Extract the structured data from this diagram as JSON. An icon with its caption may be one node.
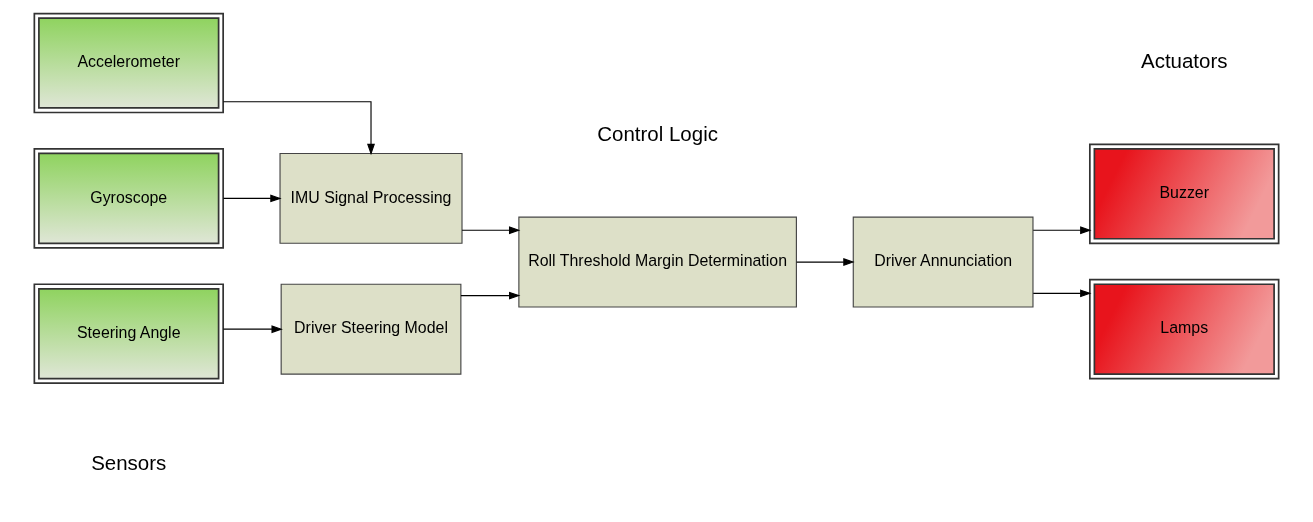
{
  "diagram": {
    "nodes": [
      {
        "text": [
          "Accelerometer"
        ]
      },
      {
        "text": [
          "Gyroscope"
        ]
      },
      {
        "text": [
          "Steering Angle"
        ]
      },
      {
        "text": [
          "IMU Signal Processing"
        ]
      },
      {
        "text": [
          "Roll Threshold Margin Determination"
        ]
      },
      {
        "text": [
          "Driver Annunciation"
        ]
      },
      {
        "text": [
          "Driver Steering Model"
        ]
      },
      {
        "text": [
          "Buzzer"
        ]
      },
      {
        "text": [
          "Lamps"
        ]
      }
    ],
    "edges": [
      {
        "from": 0,
        "to": 3,
        "arrow": "to"
      },
      {
        "from": 1,
        "to": 3,
        "arrow": "to"
      },
      {
        "from": 2,
        "to": 6,
        "arrow": "to"
      },
      {
        "from": 3,
        "to": 4,
        "arrow": "to"
      },
      {
        "from": 6,
        "to": 4,
        "arrow": "to"
      },
      {
        "from": 4,
        "to": 5,
        "arrow": "to"
      },
      {
        "from": 5,
        "to": 7,
        "arrow": "to"
      },
      {
        "from": 5,
        "to": 8,
        "arrow": "to"
      }
    ],
    "labels": [
      "Sensors",
      "Control Logic",
      "Actuators"
    ]
  }
}
